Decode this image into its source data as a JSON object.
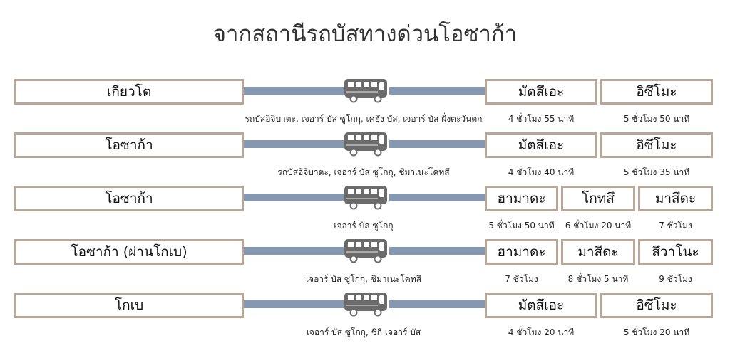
{
  "title": "จากสถานีรถบัสทางด่วนโอซาก้า",
  "colors": {
    "box_border": "#b8a696",
    "bar": "#8597b1",
    "bus": "#6b6b6b"
  },
  "routes": [
    {
      "origin": "เกียวโต",
      "operators": "รถบัสอิจิบาตะ, เจอาร์ บัส ซูโกกุ, เคฮัง บัส, เจอาร์ บัส ฝั่งตะวันตก",
      "destinations": [
        {
          "name": "มัตสึเอะ",
          "time": "4 ชั่วโมง 55 นาที"
        },
        {
          "name": "อิซึโมะ",
          "time": "5 ชั่วโมง 50 นาที"
        }
      ]
    },
    {
      "origin": "โอซาก้า",
      "operators": "รถบัสอิจิบาตะ, เจอาร์ บัส ซูโกกุ, ชิมาเนะโคทสึ",
      "destinations": [
        {
          "name": "มัตสึเอะ",
          "time": "4 ชั่วโมง 40 นาที"
        },
        {
          "name": "อิซึโมะ",
          "time": "5 ชั่วโมง 35 นาที"
        }
      ]
    },
    {
      "origin": "โอซาก้า",
      "operators": "เจอาร์ บัส ซูโกกุ",
      "destinations": [
        {
          "name": "ฮามาดะ",
          "time": "5 ชั่วโมง 50 นาที"
        },
        {
          "name": "โกทสึ",
          "time": "6 ชั่วโมง 20 นาที"
        },
        {
          "name": "มาสึดะ",
          "time": "7 ชั่วโมง"
        }
      ]
    },
    {
      "origin": "โอซาก้า (ผ่านโกเบ)",
      "operators": "เจอาร์ บัส ซูโกกุ, ชิมาเนะโคทสึ",
      "destinations": [
        {
          "name": "ฮามาดะ",
          "time": "7 ชั่วโมง"
        },
        {
          "name": "มาสึดะ",
          "time": "8 ชั่วโมง 5 นาที"
        },
        {
          "name": "สึวาโนะ",
          "time": "9 ชั่วโมง"
        }
      ]
    },
    {
      "origin": "โกเบ",
      "operators": "เจอาร์ บัส ซูโกกุ, ชิกิ เจอาร์ บัส",
      "destinations": [
        {
          "name": "มัตสึเอะ",
          "time": "4 ชั่วโมง 20 นาที"
        },
        {
          "name": "อิซึโมะ",
          "time": "5 ชั่วโมง 20 นาที"
        }
      ]
    }
  ]
}
